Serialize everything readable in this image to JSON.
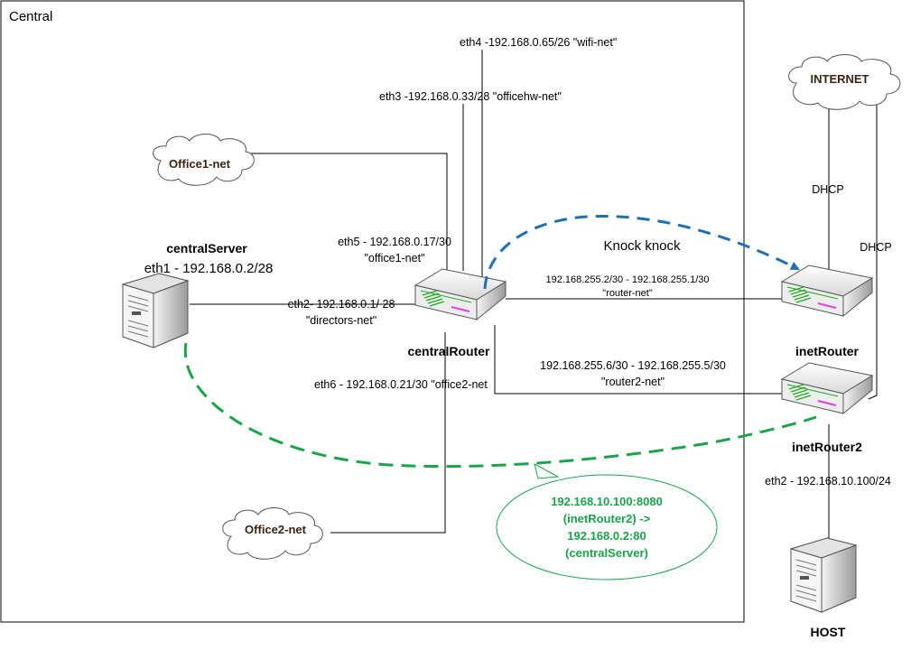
{
  "region_label": "Central",
  "clouds": {
    "office1": "Office1-net",
    "office2": "Office2-net",
    "internet": "INTERNET"
  },
  "nodes": {
    "central_server": "centralServer",
    "central_server_ip": "eth1 - 192.168.0.2/28",
    "central_router": "centralRouter",
    "inet_router": "inetRouter",
    "inet_router2": "inetRouter2",
    "host": "HOST"
  },
  "links": {
    "eth4": "eth4 -192.168.0.65/26 \"wifi-net\"",
    "eth3": "eth3 -192.168.0.33/28 \"officehw-net\"",
    "eth5_ip": "eth5 - 192.168.0.17/30",
    "eth5_net": "\"office1-net\"",
    "eth2_ip": "eth2- 192.168.0.1/ 28",
    "eth2_net": "\"directors-net\"",
    "eth6": "eth6 - 192.168.0.21/30 \"office2-net",
    "router_net_ip": "192.168.255.2/30 - 192.168.255.1/30",
    "router_net_name": "\"router-net\"",
    "router2_net_ip": "192.168.255.6/30 - 192.168.255.5/30",
    "router2_net_name": "\"router2-net\"",
    "dhcp1": "DHCP",
    "dhcp2": "DHCP",
    "host_eth2": "eth2 - 192.168.10.100/24"
  },
  "annotations": {
    "knock": "Knock knock",
    "forward_lines": [
      "192.168.10.100:8080",
      "(inetRouter2) ->",
      "192.168.0.2:80",
      "(centralServer)"
    ]
  },
  "colors": {
    "knock_arrow": "#1f6fb5",
    "forward_path": "#1aa34a",
    "router_accent": "#e040e0",
    "router_stripes": "#22aa22"
  }
}
